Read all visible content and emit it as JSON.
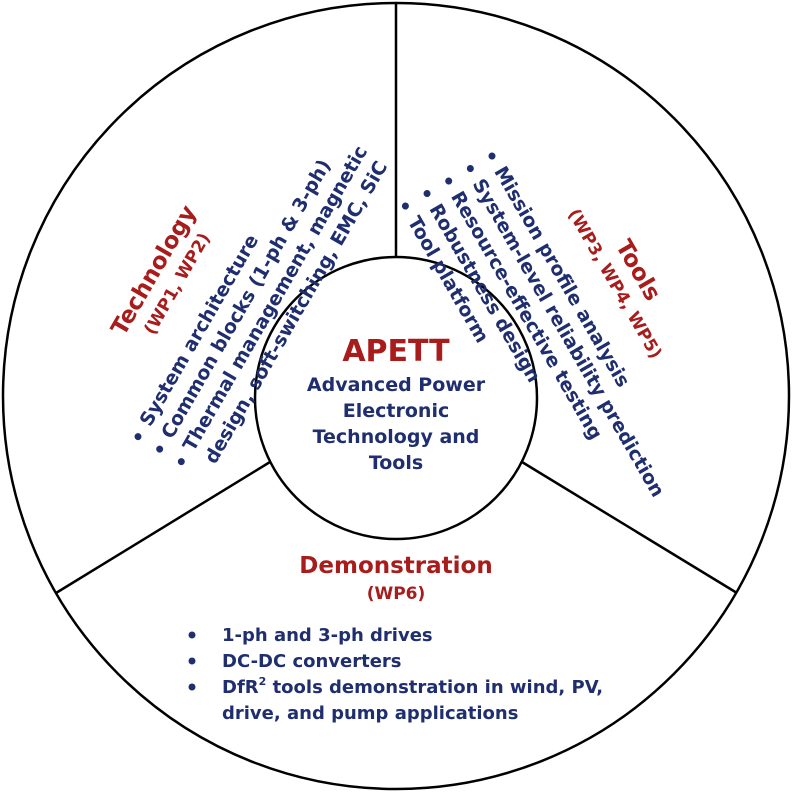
{
  "center": {
    "title": "APETT",
    "lines": [
      "Advanced Power",
      "Electronic",
      "Technology and",
      "Tools"
    ]
  },
  "technology": {
    "title": "Technology",
    "subtitle": "(WP1, WP2)",
    "items": [
      "System architecture",
      "Common blocks (1-ph & 3-ph)",
      "Thermal management, magnetic",
      "design, soft-switching,  EMC, SiC"
    ]
  },
  "tools": {
    "title": "Tools",
    "subtitle": "(WP3, WP4, WP5)",
    "items": [
      "Mission profile analysis",
      "System-level reliability prediction",
      "Resource-effective testing",
      "Robustness design",
      "Tool platform"
    ]
  },
  "demonstration": {
    "title": "Demonstration",
    "subtitle": "(WP6)",
    "items": [
      "1-ph and 3-ph drives",
      "DC-DC converters"
    ],
    "item3_prefix": "DfR",
    "item3_sup": "2",
    "item3_suffix": " tools demonstration in wind, PV,",
    "item3_line2": "drive, and pump applications"
  },
  "colors": {
    "title_red": "#a81c1c",
    "text_navy": "#1f2e6e",
    "outline": "#000000"
  }
}
